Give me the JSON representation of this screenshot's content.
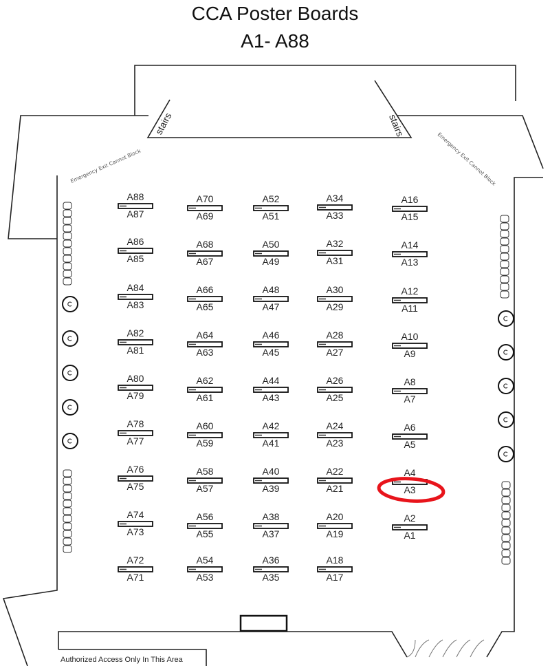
{
  "title": {
    "line1": "CCA Poster Boards",
    "line2": "A1- A88"
  },
  "labels": {
    "stairs_left": "stairs",
    "stairs_right": "stairs",
    "exit_left": "Emergency Exit Cannot Block",
    "exit_right": "Emergency Exit Cannot Block",
    "authorized": "Authorized Access Only In This Area"
  },
  "highlight": {
    "board": "A3",
    "color": "#e8141b"
  },
  "columns": [
    {
      "boards": [
        [
          "A88",
          "A87"
        ],
        [
          "A86",
          "A85"
        ],
        [
          "A84",
          "A83"
        ],
        [
          "A82",
          "A81"
        ],
        [
          "A80",
          "A79"
        ],
        [
          "A78",
          "A77"
        ],
        [
          "A76",
          "A75"
        ],
        [
          "A74",
          "A73"
        ],
        [
          "A72",
          "A71"
        ]
      ]
    },
    {
      "boards": [
        [
          "A70",
          "A69"
        ],
        [
          "A68",
          "A67"
        ],
        [
          "A66",
          "A65"
        ],
        [
          "A64",
          "A63"
        ],
        [
          "A62",
          "A61"
        ],
        [
          "A60",
          "A59"
        ],
        [
          "A58",
          "A57"
        ],
        [
          "A56",
          "A55"
        ],
        [
          "A54",
          "A53"
        ]
      ]
    },
    {
      "boards": [
        [
          "A52",
          "A51"
        ],
        [
          "A50",
          "A49"
        ],
        [
          "A48",
          "A47"
        ],
        [
          "A46",
          "A45"
        ],
        [
          "A44",
          "A43"
        ],
        [
          "A42",
          "A41"
        ],
        [
          "A40",
          "A39"
        ],
        [
          "A38",
          "A37"
        ],
        [
          "A36",
          "A35"
        ]
      ]
    },
    {
      "boards": [
        [
          "A34",
          "A33"
        ],
        [
          "A32",
          "A31"
        ],
        [
          "A30",
          "A29"
        ],
        [
          "A28",
          "A27"
        ],
        [
          "A26",
          "A25"
        ],
        [
          "A24",
          "A23"
        ],
        [
          "A22",
          "A21"
        ],
        [
          "A20",
          "A19"
        ],
        [
          "A18",
          "A17"
        ]
      ]
    },
    {
      "boards": [
        [
          "A16",
          "A15"
        ],
        [
          "A14",
          "A13"
        ],
        [
          "A12",
          "A11"
        ],
        [
          "A10",
          "A9"
        ],
        [
          "A8",
          "A7"
        ],
        [
          "A6",
          "A5"
        ],
        [
          "A4",
          "A3"
        ],
        [
          "A2",
          "A1"
        ]
      ]
    }
  ]
}
